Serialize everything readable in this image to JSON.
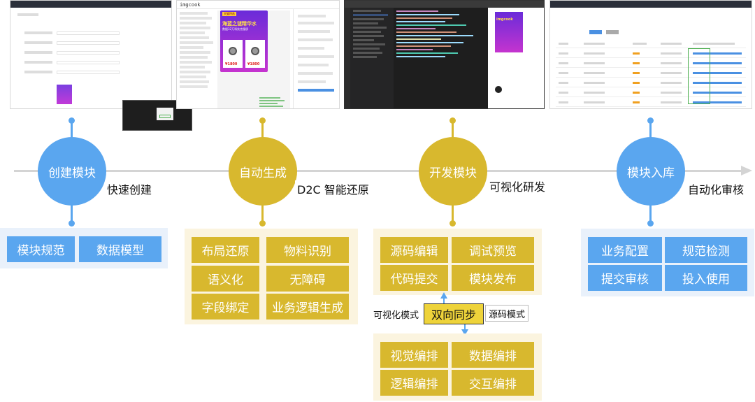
{
  "screenshots": {
    "shot2_brand": "imgcook",
    "shot2_ad_tag": "天猫特选",
    "shot2_ad_title": "海蓝之谜精华水",
    "shot2_ad_sub": "数据32万科技克服质",
    "shot2_price_1": "¥1800",
    "shot2_price_2": "¥1800",
    "shot3_brand": "imgcook"
  },
  "stages": [
    {
      "circle": "创建模块",
      "label": "快速创建",
      "tasks": [
        "模块规范",
        "数据模型"
      ]
    },
    {
      "circle": "自动生成",
      "label": "D2C 智能还原",
      "tasks": [
        "布局还原",
        "物料识别",
        "语义化",
        "无障碍",
        "字段绑定",
        "业务逻辑生成"
      ]
    },
    {
      "circle": "开发模块",
      "label": "可视化研发",
      "tasks": [
        "源码编辑",
        "调试预览",
        "代码提交",
        "模块发布"
      ]
    },
    {
      "circle": "模块入库",
      "label": "自动化审核",
      "tasks": [
        "业务配置",
        "规范检测",
        "提交审核",
        "投入使用"
      ]
    }
  ],
  "sync": {
    "center": "双向同步",
    "left": "可视化模式",
    "right": "源码模式",
    "tasks": [
      "视觉编排",
      "数据编排",
      "逻辑编排",
      "交互编排"
    ]
  },
  "colors": {
    "blue": "#5aa6ef",
    "gold": "#d8b82e",
    "axis": "#d4d4d4",
    "panel_blue": "#e9f1fb",
    "panel_gold": "#fbf4df"
  }
}
